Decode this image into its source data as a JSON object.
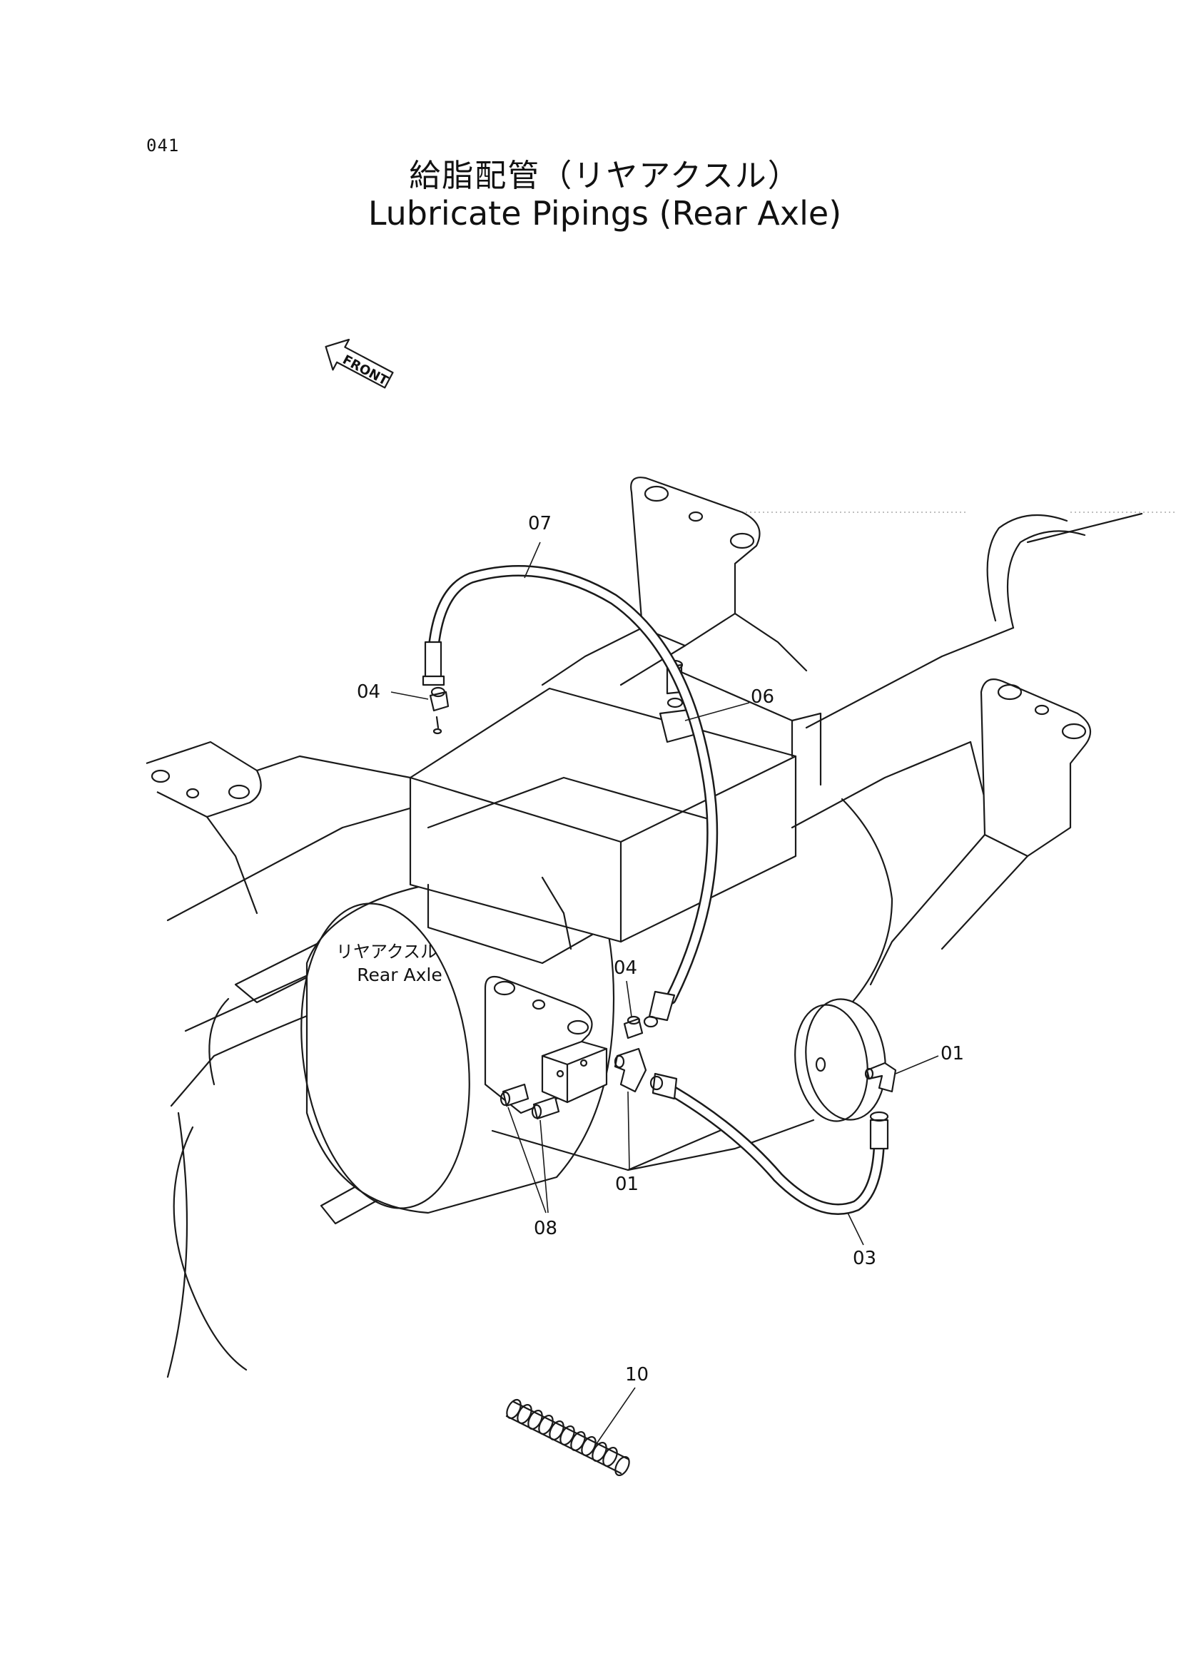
{
  "page_number": "041",
  "title_jp": "給脂配管（リヤアクスル）",
  "title_en": "Lubricate Pipings (Rear Axle)",
  "front_label": "FRONT",
  "axle_label_jp": "リヤアクスル",
  "axle_label_en": "Rear Axle",
  "callouts": {
    "c07": "07",
    "c04_top": "04",
    "c06": "06",
    "c04_mid": "04",
    "c01_right": "01",
    "c01_mid": "01",
    "c08": "08",
    "c03": "03",
    "c10": "10"
  }
}
